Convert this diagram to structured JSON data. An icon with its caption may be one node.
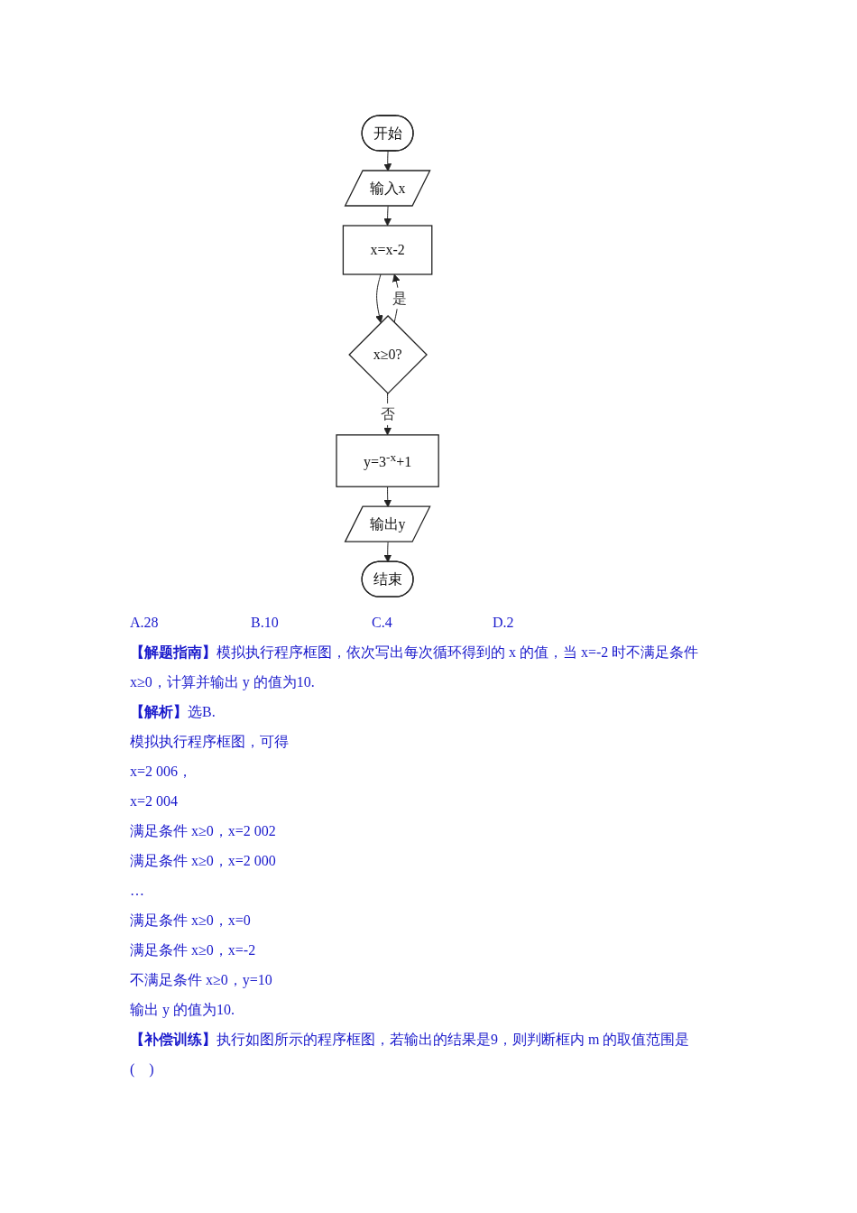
{
  "diagram": {
    "nodes": [
      {
        "text": [
          "开始"
        ]
      },
      {
        "text": [
          "输入x"
        ]
      },
      {
        "text": [
          "x=x-2"
        ]
      },
      {
        "text": [
          "x≥0?"
        ]
      },
      {
        "text": [
          "y=3$^{-x}$+1"
        ]
      },
      {
        "text": [
          "输出y"
        ]
      },
      {
        "text": [
          "结束"
        ]
      }
    ],
    "edges": [
      {
        "from": 0,
        "to": 1,
        "arrow": "to"
      },
      {
        "from": 1,
        "to": 2,
        "arrow": "to"
      },
      {
        "from": 2,
        "to": 3,
        "arrow": "to"
      },
      {
        "from": 3,
        "to": 2,
        "arrow": "to",
        "label": "是"
      },
      {
        "from": 3,
        "to": 4,
        "arrow": "to",
        "label": "否"
      },
      {
        "from": 4,
        "to": 5,
        "arrow": "to"
      },
      {
        "from": 5,
        "to": 6,
        "arrow": "to"
      }
    ],
    "labels": [
      "A.28",
      "B.10",
      "C.4",
      "D.2",
      "**【解题指南】**模拟执行程序框图，依次写出每次循环得到的 x 的值，当 x=-2 时不满足条件 x≥0，计算并输出 y 的值为10.",
      "**【解析】**选B.",
      "模拟执行程序框图，可得",
      "x=2 006，",
      "x=2 004",
      "满足条件 x≥0，x=2 002",
      "满足条件 x≥0，x=2 000",
      "…",
      "满足条件 x≥0，x=0",
      "满足条件 x≥0，x=-2",
      "不满足条件 x≥0，y=10",
      "输出 y 的值为10.",
      "**【补偿训练】**执行如图所示的程序框图，若输出的结果是9，则判断框内 m 的取值范围是　(　)"
    ]
  }
}
